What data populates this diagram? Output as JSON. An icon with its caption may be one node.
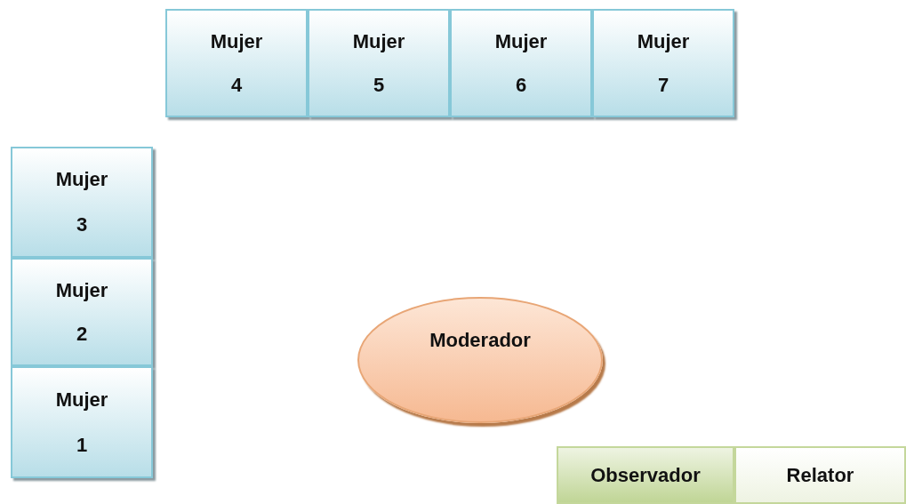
{
  "diagram": {
    "nodes": [
      {
        "text": [
          "Mujer",
          "4"
        ]
      },
      {
        "text": [
          "Mujer",
          "5"
        ]
      },
      {
        "text": [
          "Mujer",
          "6"
        ]
      },
      {
        "text": [
          "Mujer",
          "7"
        ]
      },
      {
        "text": [
          "Mujer",
          "3"
        ]
      },
      {
        "text": [
          "Mujer",
          "2"
        ]
      },
      {
        "text": [
          "Mujer",
          "1"
        ]
      },
      {
        "text": [
          "Moderador"
        ]
      },
      {
        "text": [
          "Observador"
        ]
      },
      {
        "text": [
          "Relator"
        ]
      }
    ]
  }
}
